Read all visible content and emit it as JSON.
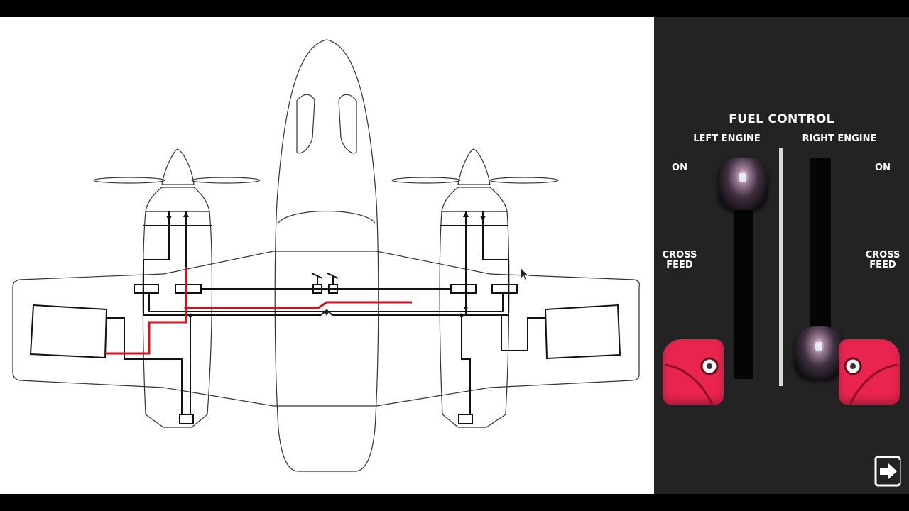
{
  "panel": {
    "title": "FUEL CONTROL",
    "left_engine_label": "LEFT ENGINE",
    "right_engine_label": "RIGHT ENGINE",
    "left_on_label": "ON",
    "right_on_label": "ON",
    "left_crossfeed_line1": "CROSS",
    "left_crossfeed_line2": "FEED",
    "right_crossfeed_line1": "CROSS",
    "right_crossfeed_line2": "FEED"
  },
  "state": {
    "left_lever_position": "ON",
    "right_lever_position": "CROSS FEED"
  },
  "icons": {
    "exit": "exit-icon",
    "cursor": "mouse-cursor-icon"
  },
  "colors": {
    "panel_bg": "#232323",
    "guard": "#e8244f",
    "active_fuel_line": "#d0121b",
    "inactive_fuel_line": "#111111"
  }
}
